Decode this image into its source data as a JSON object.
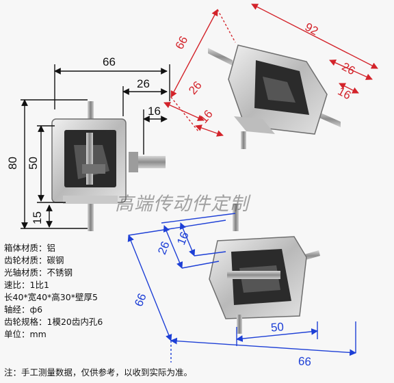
{
  "views": {
    "front": {
      "dims": {
        "width": "66",
        "shaft_offset": "26",
        "shaft_len": "16",
        "height": "80",
        "inner": "50",
        "base": "15"
      },
      "color": "#111111"
    },
    "iso_top": {
      "dims": {
        "depth": "66",
        "length": "92",
        "right_offset": "26",
        "right_shaft": "16",
        "left_offset": "26",
        "left_shaft": "16"
      },
      "color": "#d3232a"
    },
    "iso_bottom": {
      "dims": {
        "side": "66",
        "offset": "26",
        "shaft": "16",
        "inner": "50",
        "width": "66"
      },
      "color": "#1d3fd6"
    }
  },
  "watermark": "高端传动件定制",
  "specs": [
    "箱体材质：铝",
    "齿轮材质：碳钢",
    "光轴材质：不锈钢",
    "速比：1比1",
    "长40*宽40*高30*壁厚5",
    "轴经：ф6",
    "齿轮规格：1模20齿内孔6",
    "单位：mm"
  ],
  "note": "注：手工测量数据，仅供参考，以收到实际为准。"
}
